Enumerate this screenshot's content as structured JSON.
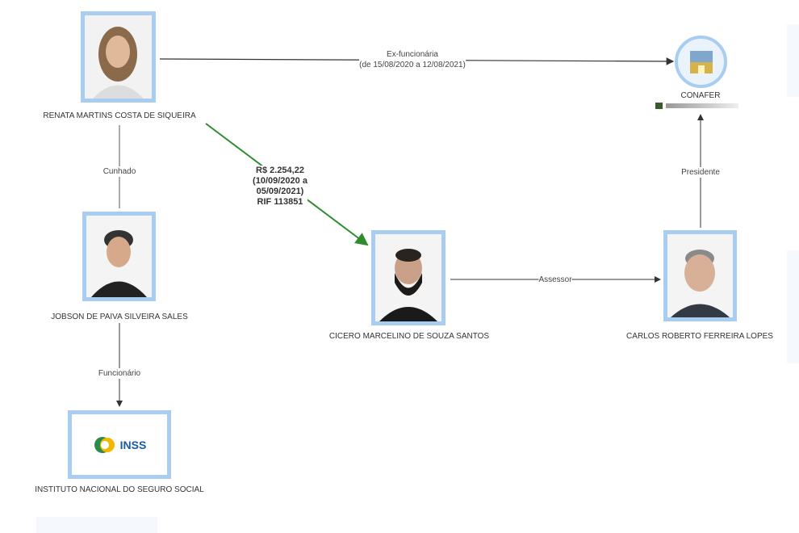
{
  "nodes": {
    "renata": {
      "label": "RENATA MARTINS COSTA DE SIQUEIRA"
    },
    "jobson": {
      "label": "JOBSON DE PAIVA SILVEIRA SALES"
    },
    "inss": {
      "label": "INSTITUTO NACIONAL DO SEGURO SOCIAL",
      "logo_text": "INSS"
    },
    "cicero": {
      "label": "CICERO MARCELINO DE SOUZA SANTOS"
    },
    "carlos": {
      "label": "CARLOS ROBERTO FERREIRA LOPES"
    },
    "conafer": {
      "label": "CONAFER"
    }
  },
  "edges": {
    "renata_conafer": {
      "line1": "Ex-funcionária",
      "line2": "(de 15/08/2020 a 12/08/2021)"
    },
    "renata_jobson": {
      "label": "Cunhado"
    },
    "jobson_inss": {
      "label": "Funcionário"
    },
    "renata_cicero": {
      "line1": "R$ 2.254,22",
      "line2": "(10/09/2020 a",
      "line3": "05/09/2021)",
      "line4": "RIF 113851",
      "color": "#2e8b2e"
    },
    "cicero_carlos": {
      "label": "Assessor"
    },
    "carlos_conafer": {
      "label": "Presidente"
    }
  },
  "colors": {
    "frame": "#a9cdf0",
    "edge": "#333333",
    "money_edge": "#2e8b2e"
  }
}
